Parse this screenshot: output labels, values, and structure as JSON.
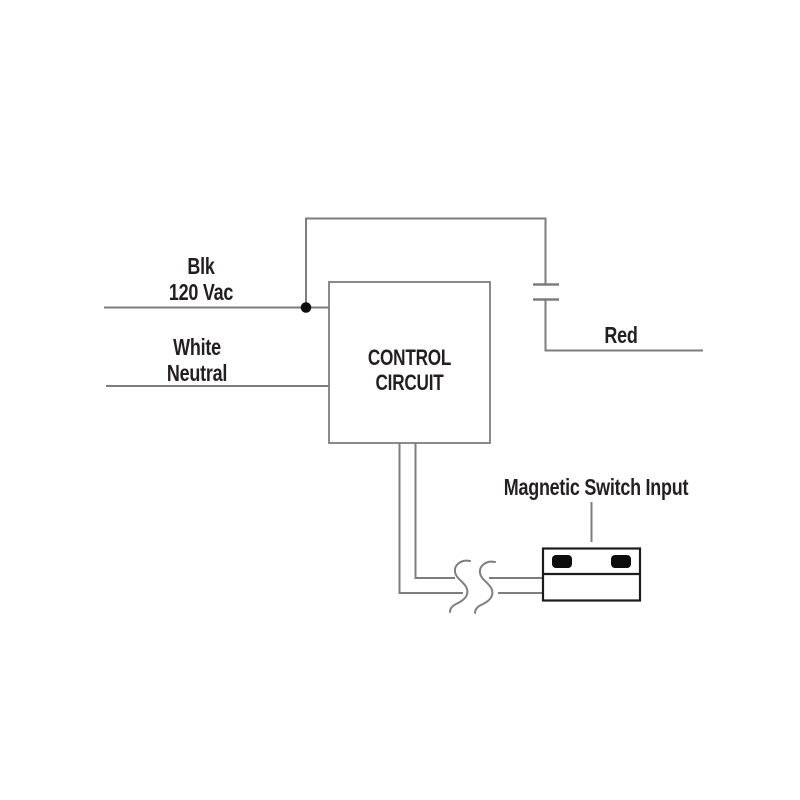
{
  "diagram": {
    "type": "wiring-diagram",
    "labels": {
      "input_hot_line1": "Blk",
      "input_hot_line2": "120 Vac",
      "input_neutral_line1": "White",
      "input_neutral_line2": "Neutral",
      "output_wire": "Red",
      "control_box_line1": "CONTROL",
      "control_box_line2": "CIRCUIT",
      "switch_callout": "Magnetic Switch Input"
    },
    "colors": {
      "wire": "#7d7d7d",
      "text": "#231f20",
      "outline": "#1c1c1c",
      "background": "#ffffff"
    }
  }
}
